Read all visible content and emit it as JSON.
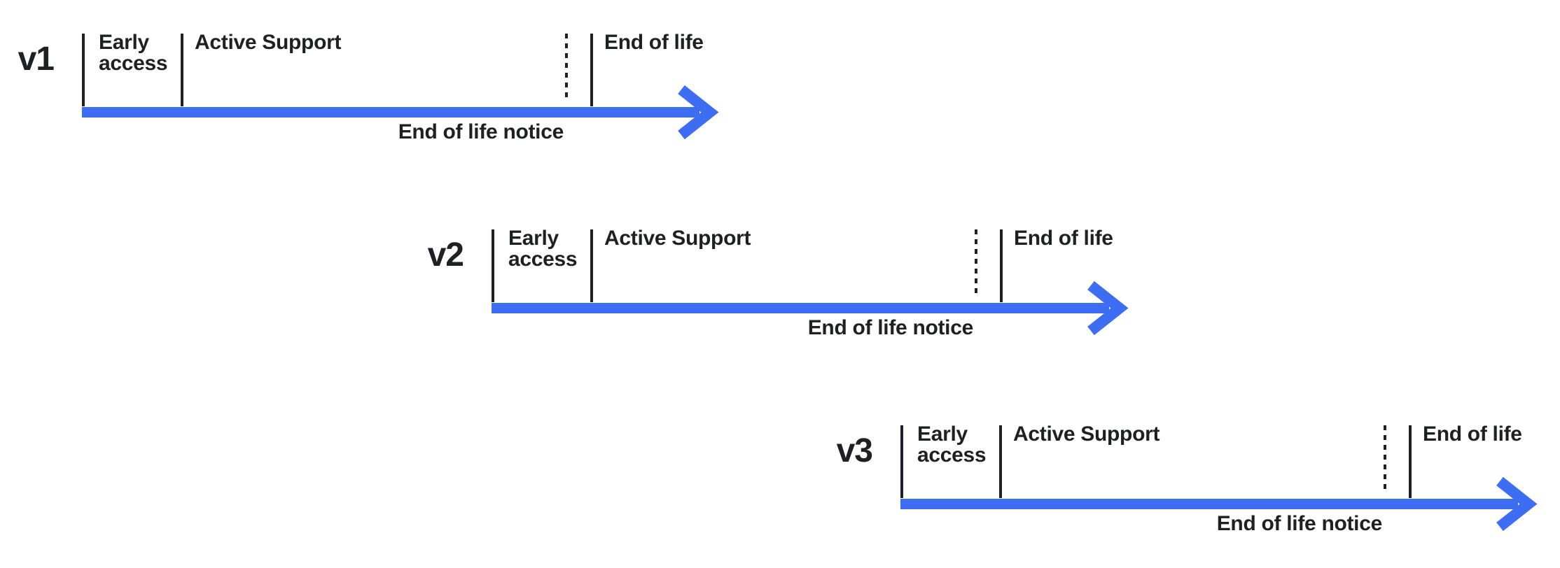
{
  "colors": {
    "accent": "#3d6df2",
    "text": "#1f2023",
    "background": "#ffffff"
  },
  "timelines": [
    {
      "version": "v1",
      "phases": {
        "early": "Early access",
        "active": "Active Support",
        "eol": "End of life"
      },
      "notice": "End of life notice"
    },
    {
      "version": "v2",
      "phases": {
        "early": "Early access",
        "active": "Active Support",
        "eol": "End of life"
      },
      "notice": "End of life notice"
    },
    {
      "version": "v3",
      "phases": {
        "early": "Early access",
        "active": "Active Support",
        "eol": "End of life"
      },
      "notice": "End of life notice"
    }
  ]
}
